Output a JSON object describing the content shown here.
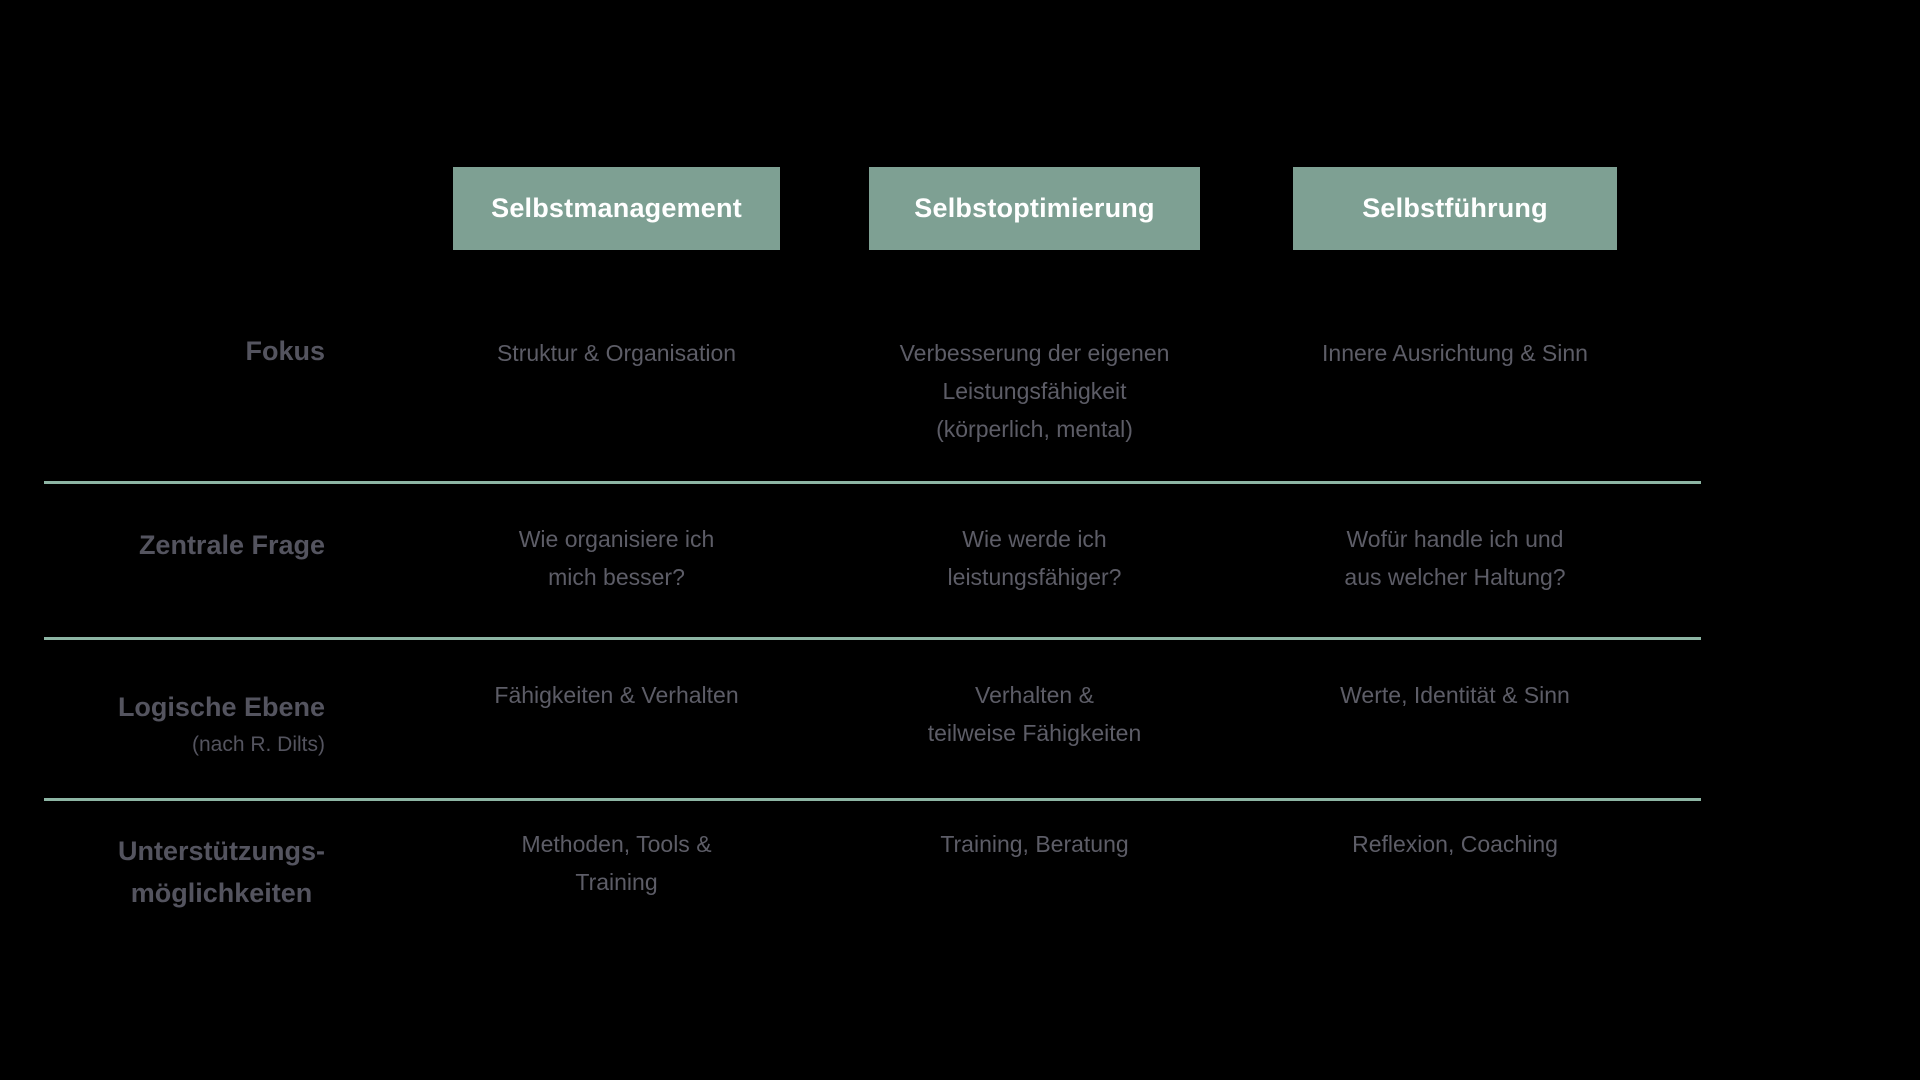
{
  "colors": {
    "background": "#000000",
    "header_bg": "#7ea093",
    "header_text": "#ffffff",
    "divider": "#8db5a4",
    "label_text": "#54545f",
    "body_text": "#5d5d67"
  },
  "table": {
    "header": [
      "Selbstmanagement",
      "Selbstoptimierung",
      "Selbstführung"
    ],
    "rows": [
      {
        "label": "Fokus",
        "note": "",
        "cells": [
          "Struktur & Organisation",
          "Verbesserung der eigenen\nLeistungsfähigkeit\n(körperlich, mental)",
          "Innere Ausrichtung & Sinn"
        ]
      },
      {
        "label": "Zentrale Frage",
        "note": "",
        "cells": [
          "Wie organisiere ich\nmich besser?",
          "Wie werde ich\nleistungsfähiger?",
          "Wofür handle ich und\naus welcher Haltung?"
        ]
      },
      {
        "label": "Logische Ebene",
        "note": "(nach R. Dilts)",
        "cells": [
          "Fähigkeiten & Verhalten",
          "Verhalten &\nteilweise Fähigkeiten",
          "Werte, Identität & Sinn"
        ]
      },
      {
        "label": "Unterstützungs-\nmöglichkeiten",
        "note": "",
        "cells": [
          "Methoden, Tools &\nTraining",
          "Training, Beratung",
          "Reflexion, Coaching"
        ]
      }
    ]
  }
}
